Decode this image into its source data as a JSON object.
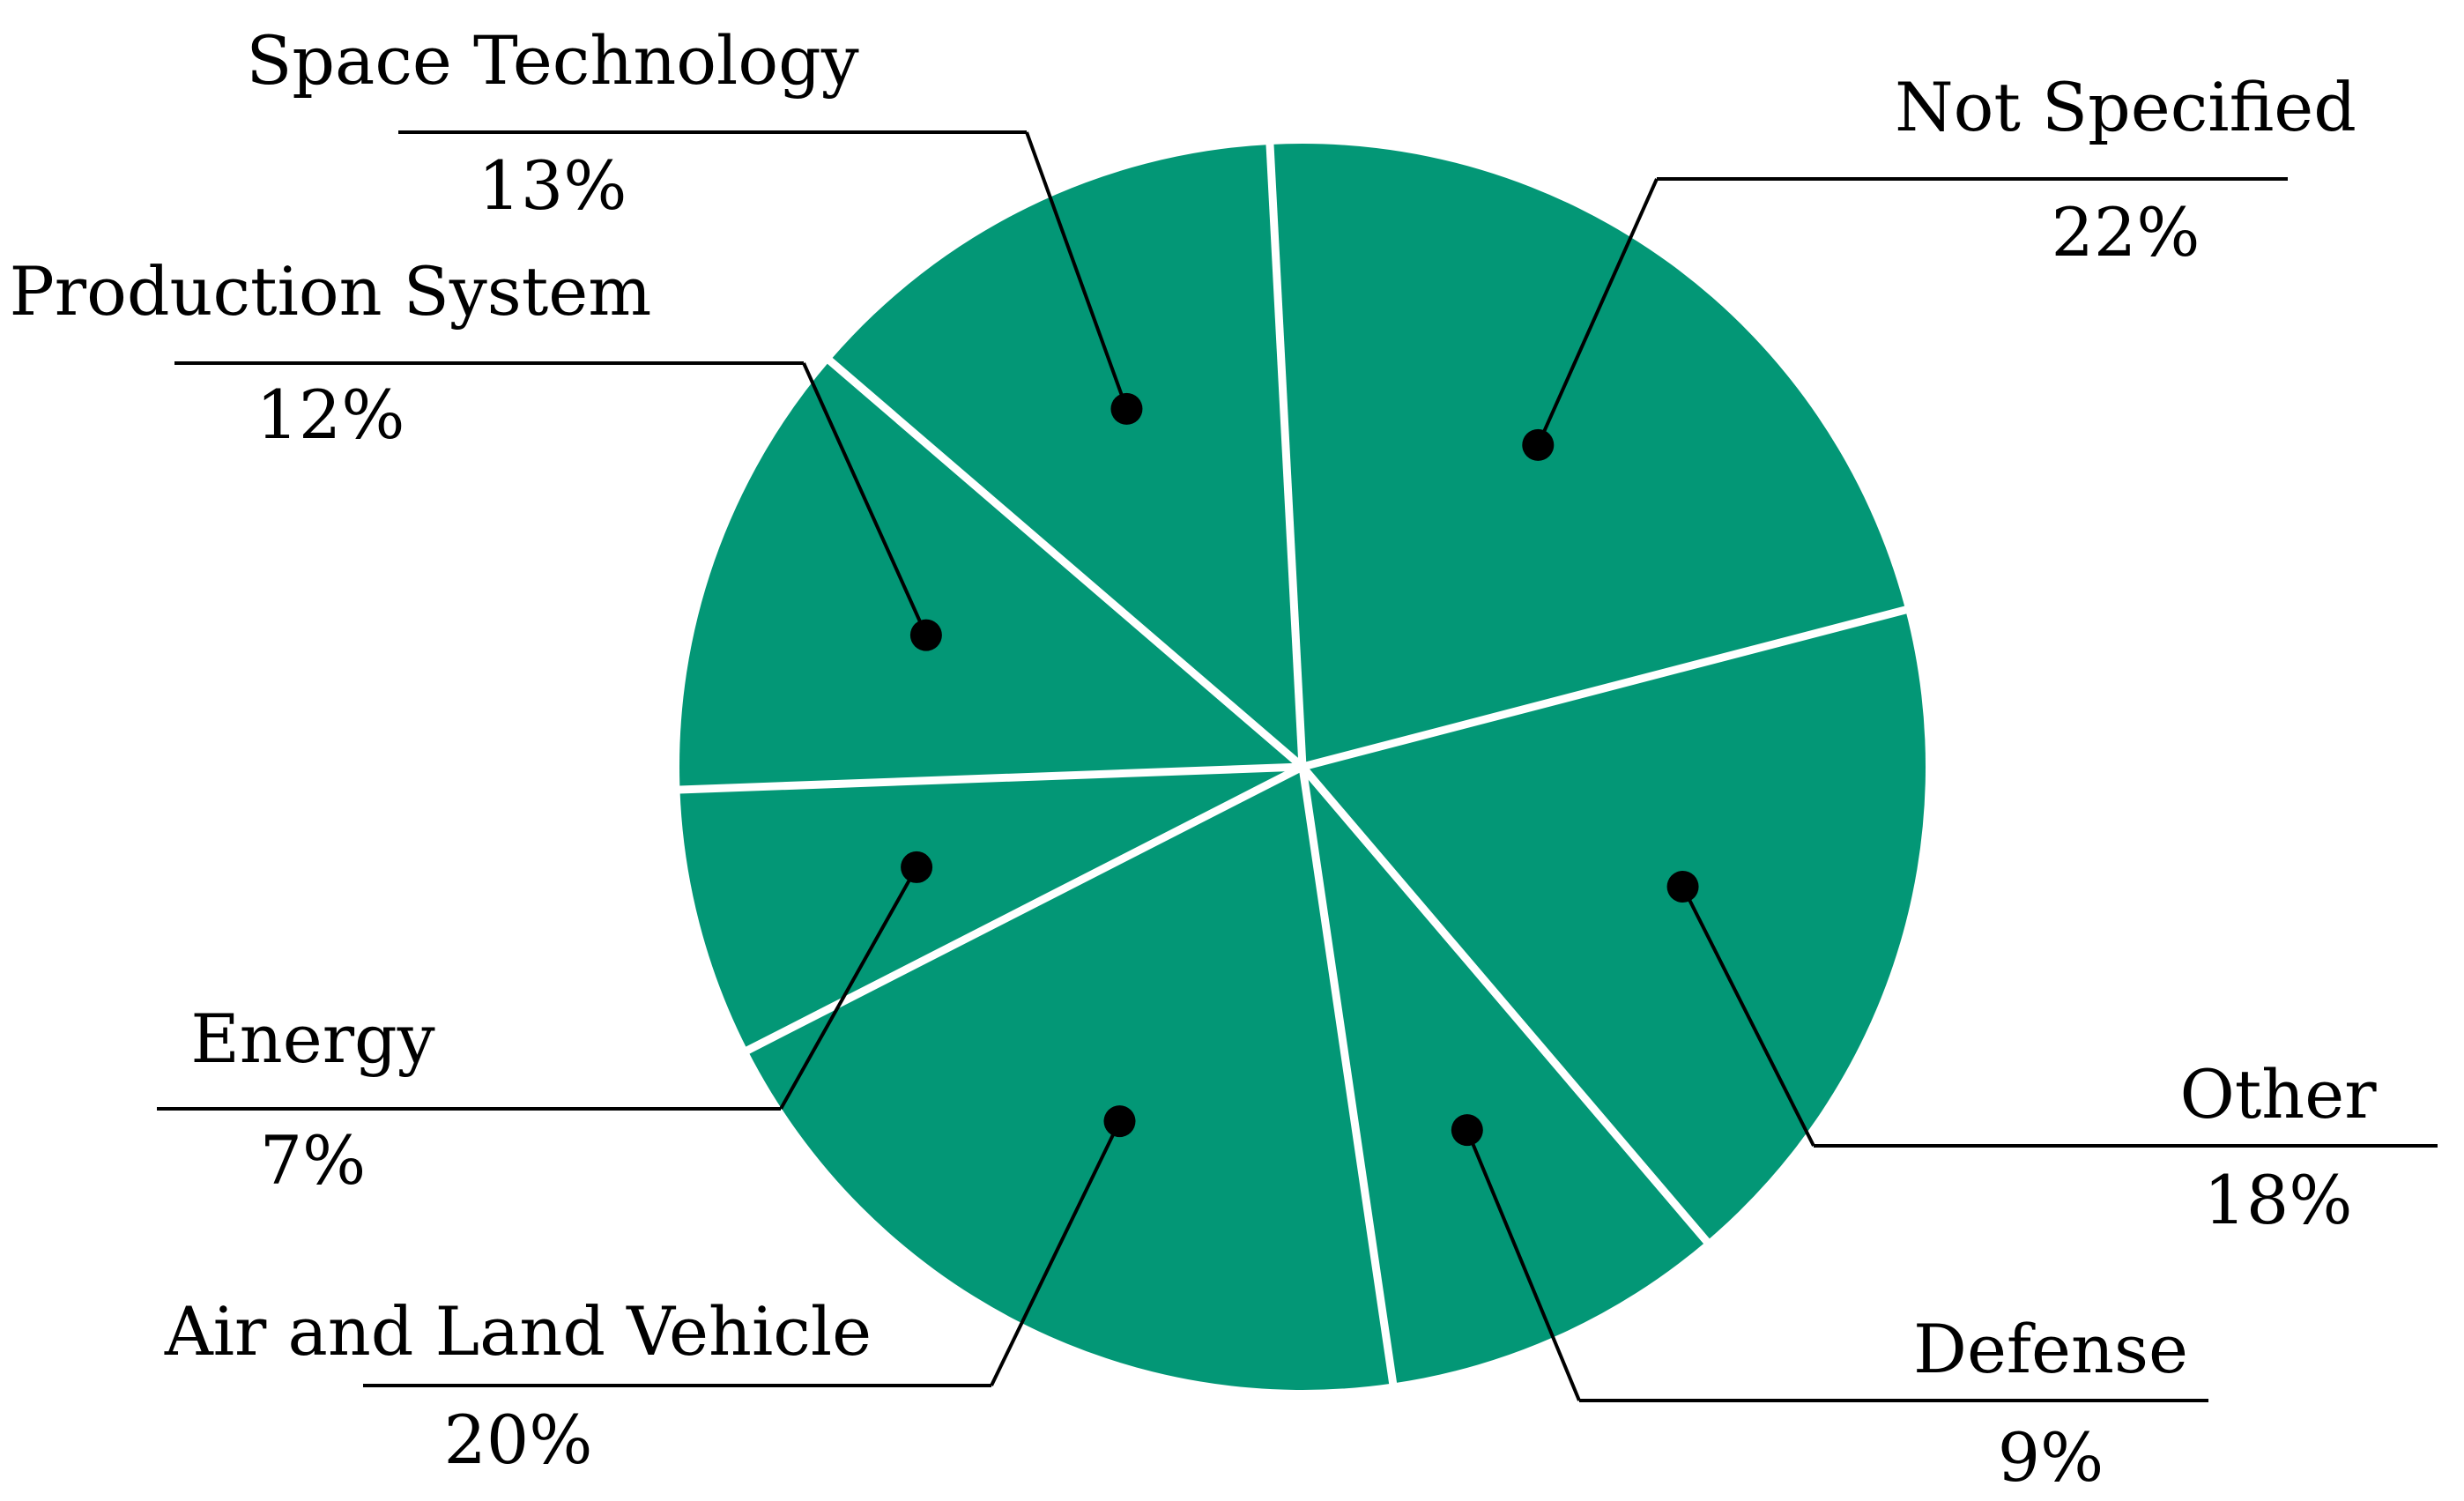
{
  "chart_data": {
    "type": "pie",
    "title": "",
    "slices": [
      {
        "label": "Not Specified",
        "value": 22,
        "value_label": "22%"
      },
      {
        "label": "Other",
        "value": 18,
        "value_label": "18%"
      },
      {
        "label": "Defense",
        "value": 9,
        "value_label": "9%"
      },
      {
        "label": "Air and Land Vehicle",
        "value": 20,
        "value_label": "20%"
      },
      {
        "label": "Energy",
        "value": 7,
        "value_label": "7%"
      },
      {
        "label": "Production System",
        "value": 12,
        "value_label": "12%"
      },
      {
        "label": "Space Technology",
        "value": 13,
        "value_label": "13%"
      }
    ],
    "slice_color": "#039776",
    "separator_color": "#ffffff",
    "legend": "none"
  }
}
